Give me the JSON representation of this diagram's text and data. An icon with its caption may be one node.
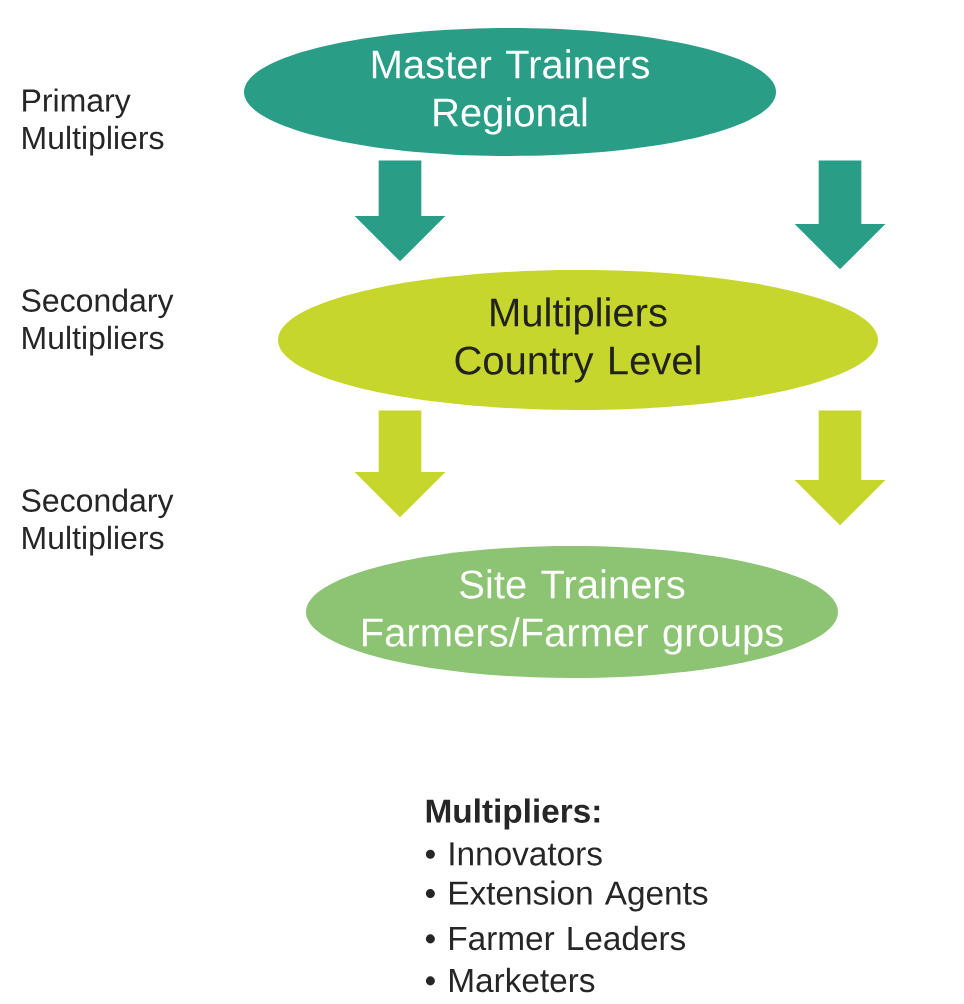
{
  "diagram": {
    "nodes": [
      {
        "text": [
          "Master Trainers Regional"
        ]
      },
      {
        "text": [
          "Multipliers Country Level"
        ]
      },
      {
        "text": [
          "Site Trainers Farmers/Farmer groups"
        ]
      }
    ],
    "edges": [
      {
        "from": 0,
        "to": 1,
        "arrow": "to",
        "color": "#2a9d86"
      },
      {
        "from": 0,
        "to": 1,
        "arrow": "to",
        "color": "#2a9d86"
      },
      {
        "from": 1,
        "to": 2,
        "arrow": "to",
        "color": "#c6d62c"
      },
      {
        "from": 1,
        "to": 2,
        "arrow": "to",
        "color": "#c6d62c"
      }
    ],
    "labels": [
      "Primary Multipliers",
      "Secondary Multipliers",
      "Secondary Multipliers",
      "**Multipliers:**",
      "• Innovators",
      "• Extension Agents",
      "• Farmer Leaders",
      "• Marketers"
    ]
  }
}
